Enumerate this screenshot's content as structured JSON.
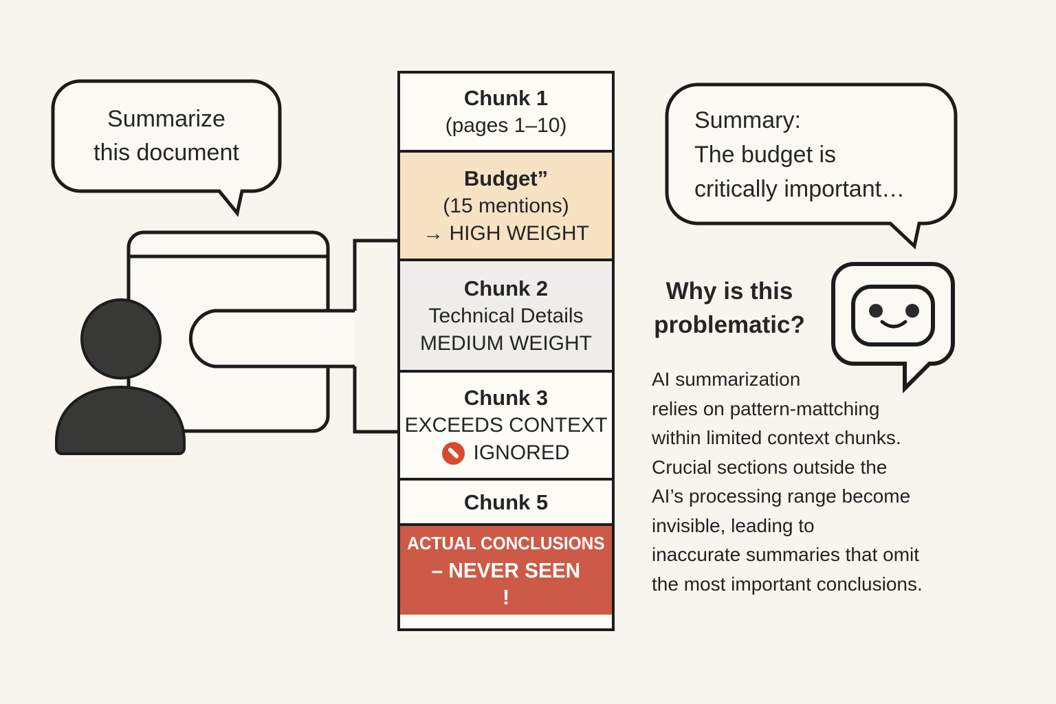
{
  "user_bubble": {
    "text": "Summarize\nthis document"
  },
  "summary_bubble": {
    "text": "Summary:\nThe budget is\ncritically important…"
  },
  "stack": {
    "rows": [
      {
        "title": "Chunk 1",
        "line2": "(pages 1–10)"
      },
      {
        "title": "Budget”",
        "line2": "(15 mentions)",
        "line3": "→ HIGH WEIGHT"
      },
      {
        "title": "Chunk 2",
        "line2": "Technical Details",
        "line3": "MEDIUM WEIGHT"
      },
      {
        "title": "Chunk 3",
        "line2": "EXCEEDS CONTEXT",
        "line3": "IGNORED"
      },
      {
        "title": "Chunk 5"
      },
      {
        "line1": "ACTUAL CONCLUSIONS",
        "line2": "– NEVER SEEN",
        "line3": "!"
      }
    ]
  },
  "why_section": {
    "heading": "Why is this\nproblematic?",
    "body": "AI summarization\nrelies on pattern-mattching\nwithin limited context chunks.\nCrucial sections outside the\nAI’s processing range become\ninvisible, leading to\ninaccurate summaries that omit\nthe most important conclusions."
  },
  "icons": {
    "prohibition": "no-entry-slash",
    "person": "user-silhouette",
    "robot": "chat-bot-face",
    "document_window": "browser-window"
  },
  "colors": {
    "background": "#f8f5ef",
    "shape_fill": "#fbf9f4",
    "row_white": "#fdfcf7",
    "highlight_peach": "#f8e2c4",
    "highlight_gray": "#eeede9",
    "alert_red": "#cd5a46",
    "prohibition_red": "#d8492f",
    "ink": "#1c1c1c"
  }
}
